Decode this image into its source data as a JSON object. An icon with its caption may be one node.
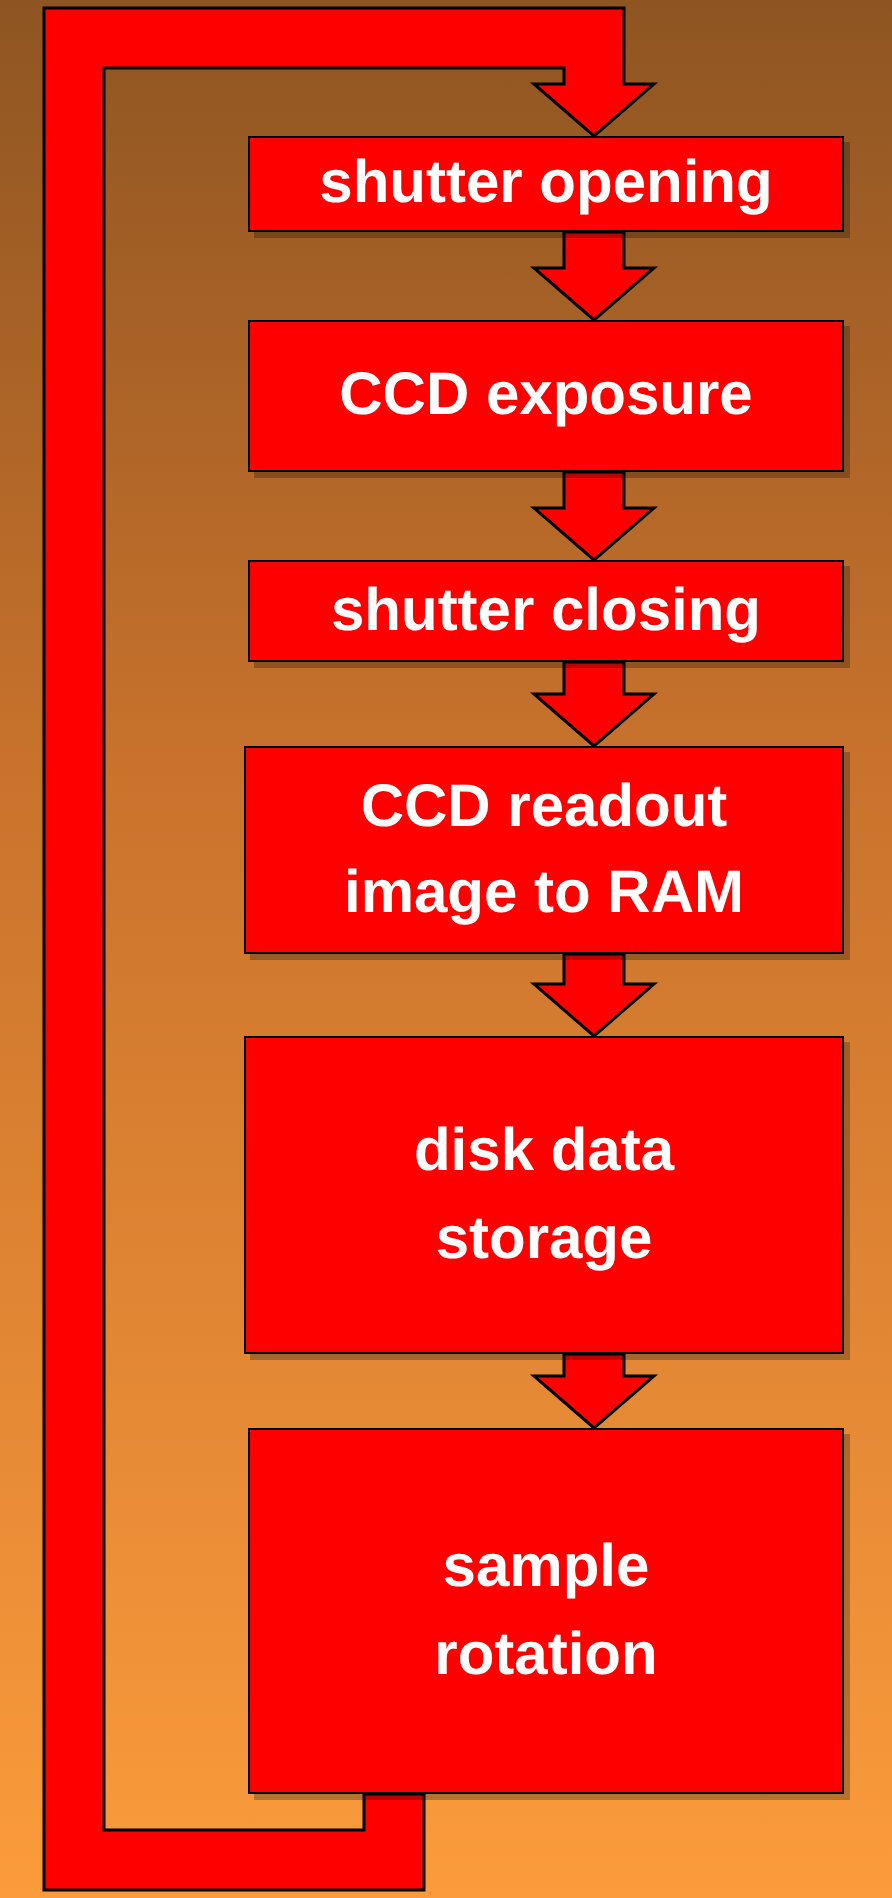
{
  "diagram": {
    "nodes": [
      {
        "text": [
          "shutter opening"
        ]
      },
      {
        "text": [
          "CCD exposure"
        ]
      },
      {
        "text": [
          "shutter closing"
        ]
      },
      {
        "text": [
          "CCD readout image to RAM"
        ]
      },
      {
        "text": [
          "disk data storage"
        ]
      },
      {
        "text": [
          "sample rotation"
        ]
      }
    ],
    "edges": [
      {
        "from": 0,
        "to": 1,
        "arrow": "to"
      },
      {
        "from": 1,
        "to": 2,
        "arrow": "to"
      },
      {
        "from": 2,
        "to": 3,
        "arrow": "to"
      },
      {
        "from": 3,
        "to": 4,
        "arrow": "to"
      },
      {
        "from": 4,
        "to": 5,
        "arrow": "to"
      },
      {
        "from": 5,
        "to": 0,
        "arrow": "to"
      }
    ]
  }
}
